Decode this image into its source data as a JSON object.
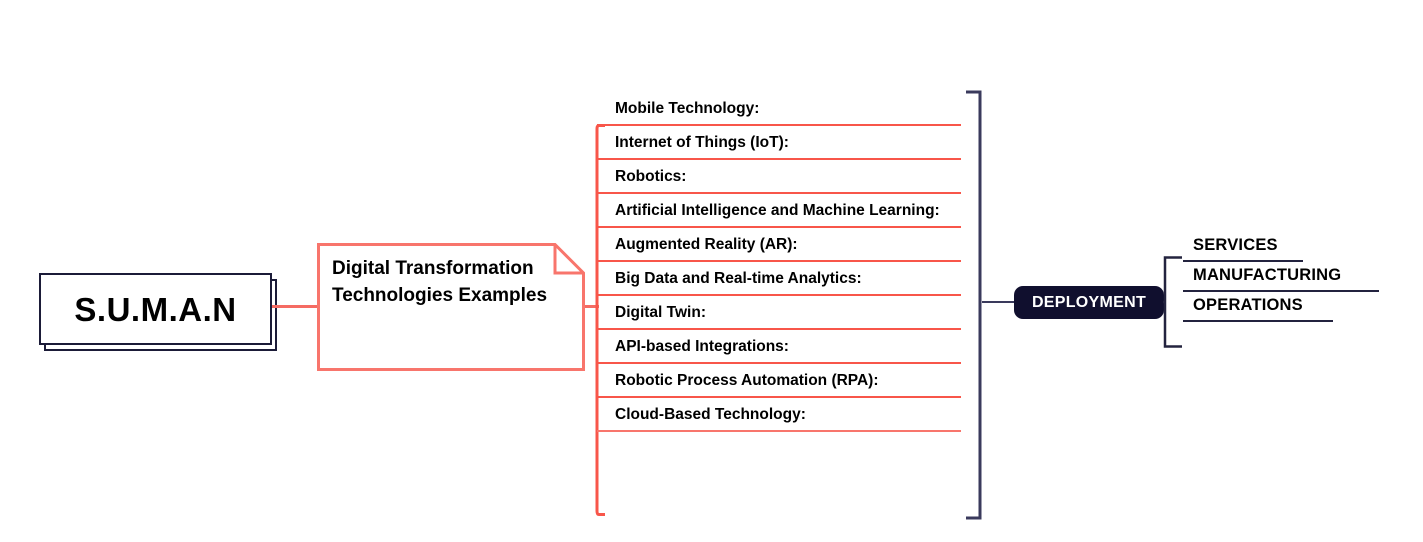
{
  "diagram": {
    "title_node": {
      "label": "S.U.M.A.N"
    },
    "note_node": {
      "label": "Digital Transformation Technologies Examples"
    },
    "technology_items": [
      {
        "label": "Mobile Technology:"
      },
      {
        "label": "Internet of Things (IoT):"
      },
      {
        "label": "Robotics:"
      },
      {
        "label": "Artificial Intelligence and Machine Learning:"
      },
      {
        "label": "Augmented Reality (AR):"
      },
      {
        "label": "Big Data and Real-time Analytics:"
      },
      {
        "label": "Digital Twin:"
      },
      {
        "label": "API-based Integrations:"
      },
      {
        "label": "Robotic Process Automation (RPA):"
      },
      {
        "label": "Cloud-Based Technology:"
      }
    ],
    "deployment_node": {
      "label": "DEPLOYMENT"
    },
    "deployment_targets": [
      {
        "label": "SERVICES"
      },
      {
        "label": "MANUFACTURING"
      },
      {
        "label": "OPERATIONS"
      }
    ],
    "colors": {
      "accent_red": "#f8564a",
      "note_border": "#f8756c",
      "navy": "#1b1b38",
      "pill_background": "#100f2e",
      "pill_text": "#ffffff",
      "canvas_background": "#ffffff"
    }
  }
}
